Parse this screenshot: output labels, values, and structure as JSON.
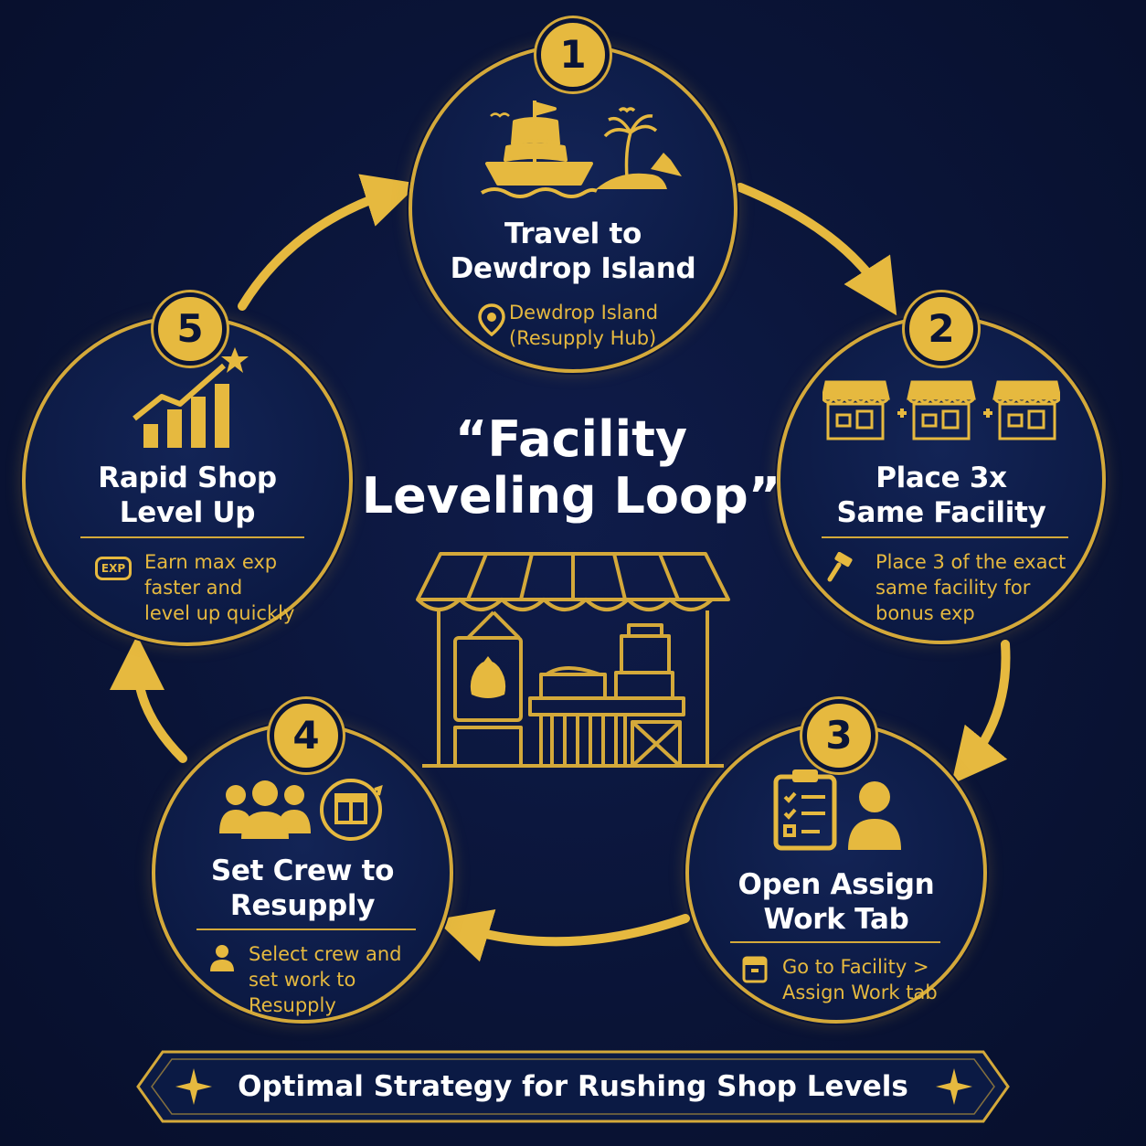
{
  "center": {
    "title_line1": "“Facility",
    "title_line2": "Leveling Loop”"
  },
  "steps": [
    {
      "number": "1",
      "title_line1": "Travel to",
      "title_line2": "Dewdrop Island",
      "desc_line1": "Dewdrop Island",
      "desc_line2": "(Resupply Hub)",
      "icon": "map-pin-icon"
    },
    {
      "number": "2",
      "title_line1": "Place 3x",
      "title_line2": "Same Facility",
      "desc_line1": "Place 3 of the exact",
      "desc_line2": "same facility for",
      "desc_line3": "bonus exp",
      "icon": "hammer-icon"
    },
    {
      "number": "3",
      "title_line1": "Open Assign",
      "title_line2": "Work Tab",
      "desc_line1": "Go to Facility >",
      "desc_line2": "Assign Work tab",
      "icon": "box-icon"
    },
    {
      "number": "4",
      "title_line1": "Set Crew to",
      "title_line2": "Resupply",
      "desc_line1": "Select crew and",
      "desc_line2": "set work to",
      "desc_line3": "Resupply",
      "icon": "person-icon"
    },
    {
      "number": "5",
      "title_line1": "Rapid Shop",
      "title_line2": "Level Up",
      "desc_line1": "Earn max exp",
      "desc_line2": "faster and",
      "desc_line3": "level up quickly",
      "icon": "exp-badge-icon",
      "exp_label": "EXP"
    }
  ],
  "banner": {
    "text": "Optimal Strategy for Rushing Shop Levels"
  },
  "colors": {
    "gold": "#e6b93f",
    "gold_dark": "#d4a93a",
    "navy": "#0a1437",
    "white": "#ffffff"
  }
}
